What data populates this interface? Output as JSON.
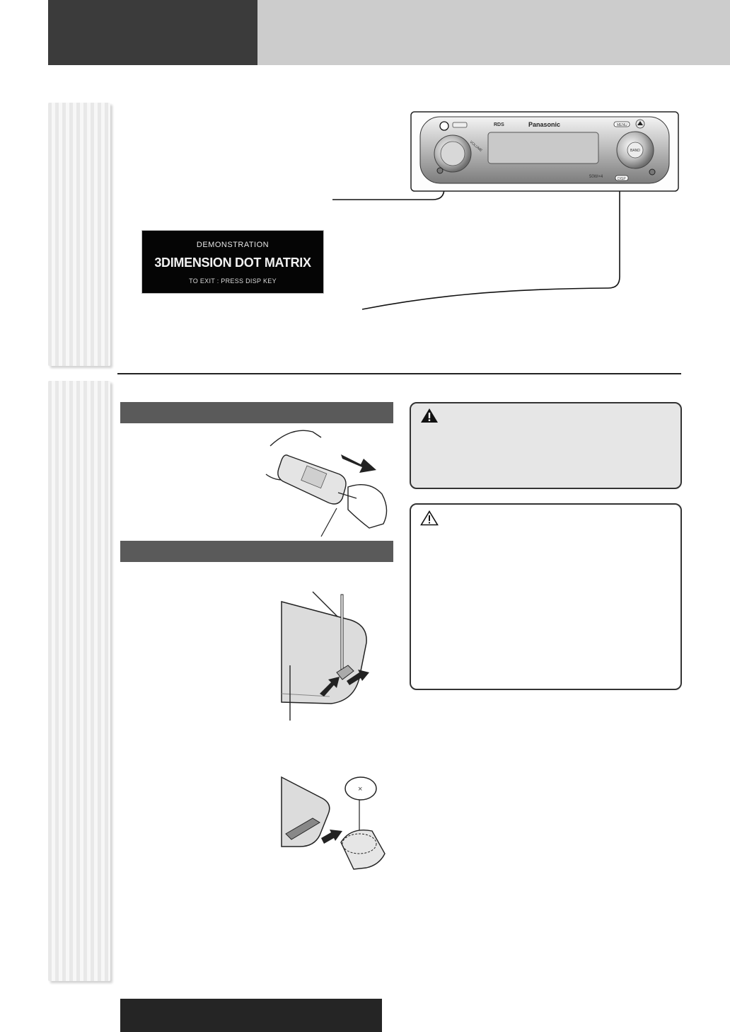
{
  "demo_display": {
    "line1": "DEMONSTRATION",
    "line2": "3DIMENSION DOT MATRIX",
    "line3": "TO EXIT : PRESS DISP KEY"
  },
  "stereo": {
    "brand": "Panasonic",
    "rds_logo": "RDS",
    "volume_label": "VOLUME",
    "disp_label": "DISP",
    "menu_label": "MENU",
    "power_label": "50W×4",
    "band_label": "BAND",
    "icons": [
      "eject-icon",
      "warning-triangle-icon",
      "caution-triangle-icon"
    ]
  },
  "colors": {
    "header_dark": "#3b3b3b",
    "header_light": "#cccccc",
    "section_bar": "#5a5a5a",
    "warning_box_bg": "#e6e6e6",
    "footer_bar": "#252525"
  },
  "coin_battery_mark": "×"
}
